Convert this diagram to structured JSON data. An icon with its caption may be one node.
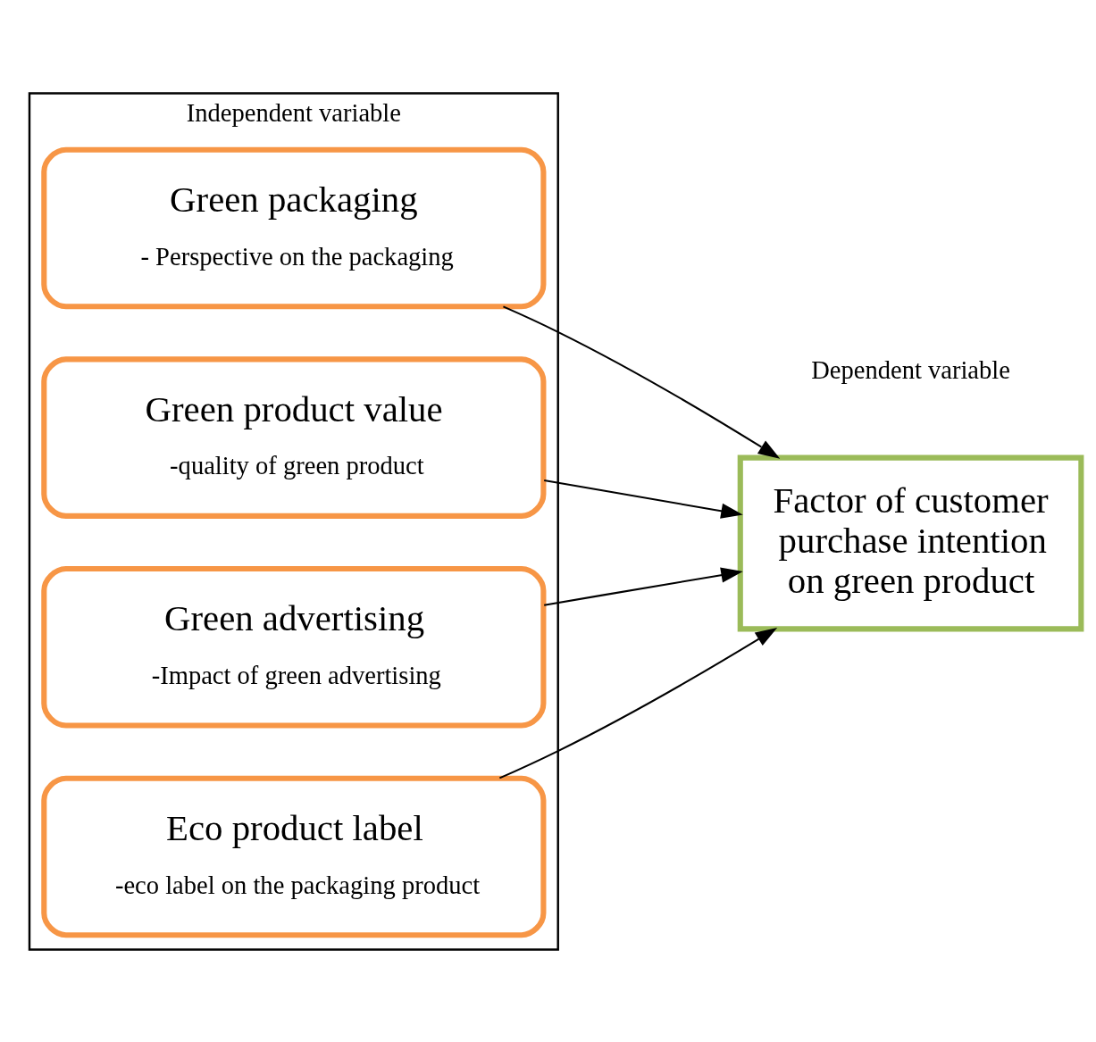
{
  "diagram": {
    "nodes": [
      {
        "text": [
          "Independent variable"
        ]
      },
      {
        "text": [
          "Green packaging",
          "- Perspective on the packaging"
        ],
        "in": 0
      },
      {
        "text": [
          "Green product value",
          "-quality of green product"
        ],
        "in": 0
      },
      {
        "text": [
          "Green advertising",
          "-Impact of green advertising"
        ],
        "in": 0
      },
      {
        "text": [
          "Eco product label",
          "-eco label on the packaging product"
        ],
        "in": 0
      },
      {
        "text": [
          "Factor of customer purchase intention on green product"
        ]
      }
    ],
    "edges": [
      {
        "from": 1,
        "to": 5,
        "arrow": "to"
      },
      {
        "from": 2,
        "to": 5,
        "arrow": "to"
      },
      {
        "from": 3,
        "to": 5,
        "arrow": "to"
      },
      {
        "from": 4,
        "to": 5,
        "arrow": "to"
      }
    ],
    "labels": [
      "Dependent variable"
    ]
  }
}
